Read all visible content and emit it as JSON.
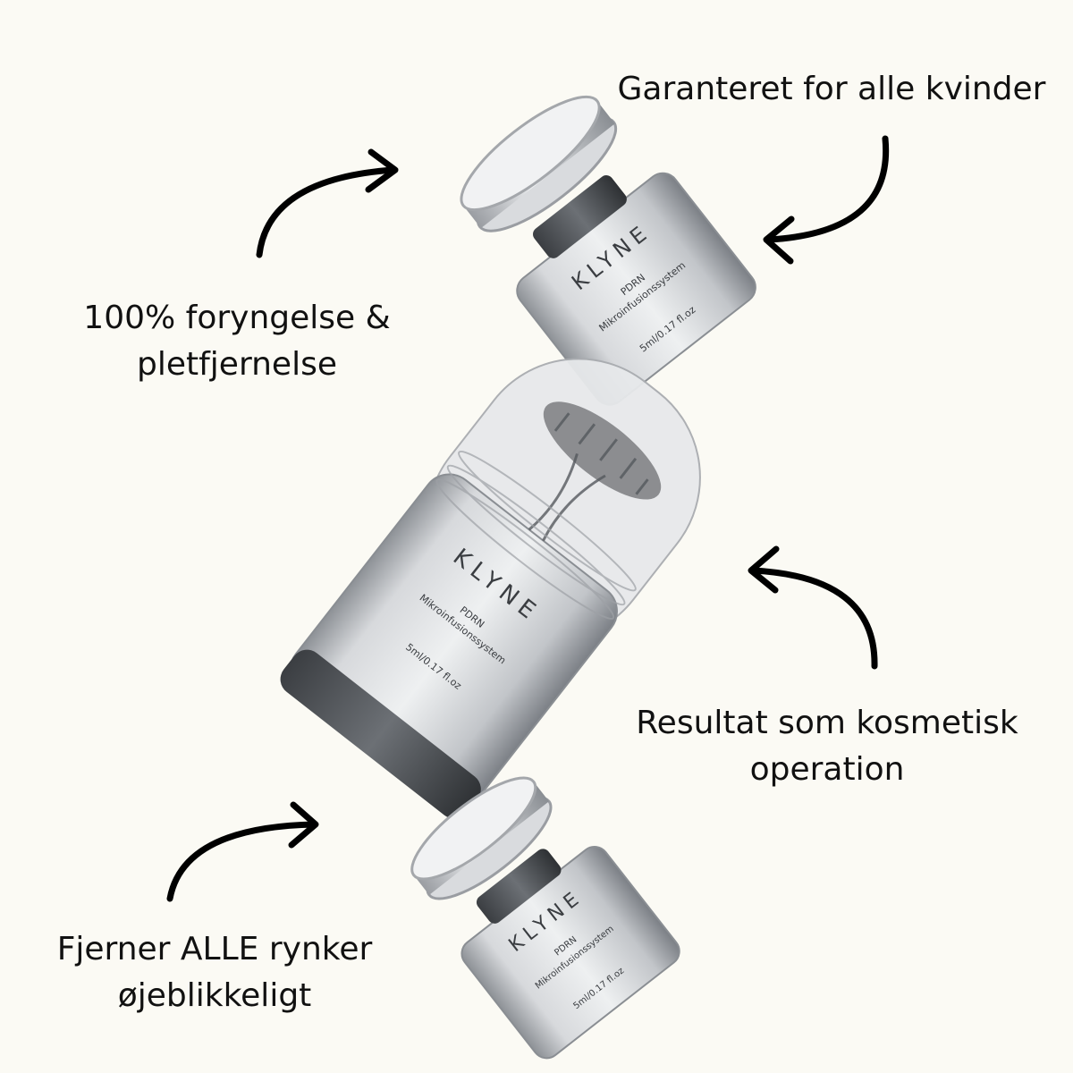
{
  "callouts": {
    "top_right": {
      "line1": "Garanteret for alle kvinder"
    },
    "upper_left": {
      "line1": "100% foryngelse &",
      "line2": "pletfjernelse"
    },
    "lower_right": {
      "line1": "Resultat som kosmetisk",
      "line2": "operation"
    },
    "bottom_left": {
      "line1": "Fjerner ALLE rynker",
      "line2": "øjeblikkeligt"
    }
  },
  "product": {
    "brand": "KLYNE",
    "name": "PDRN",
    "subtitle": "Mikroinfusionssystem",
    "volume": "5ml/0.17 fl.oz"
  },
  "colors": {
    "background": "#fbfaf4",
    "text": "#111111",
    "glass": "#c9ccd0",
    "cap": "#dcdde0"
  },
  "icons": [
    "curved-arrow-icon"
  ]
}
